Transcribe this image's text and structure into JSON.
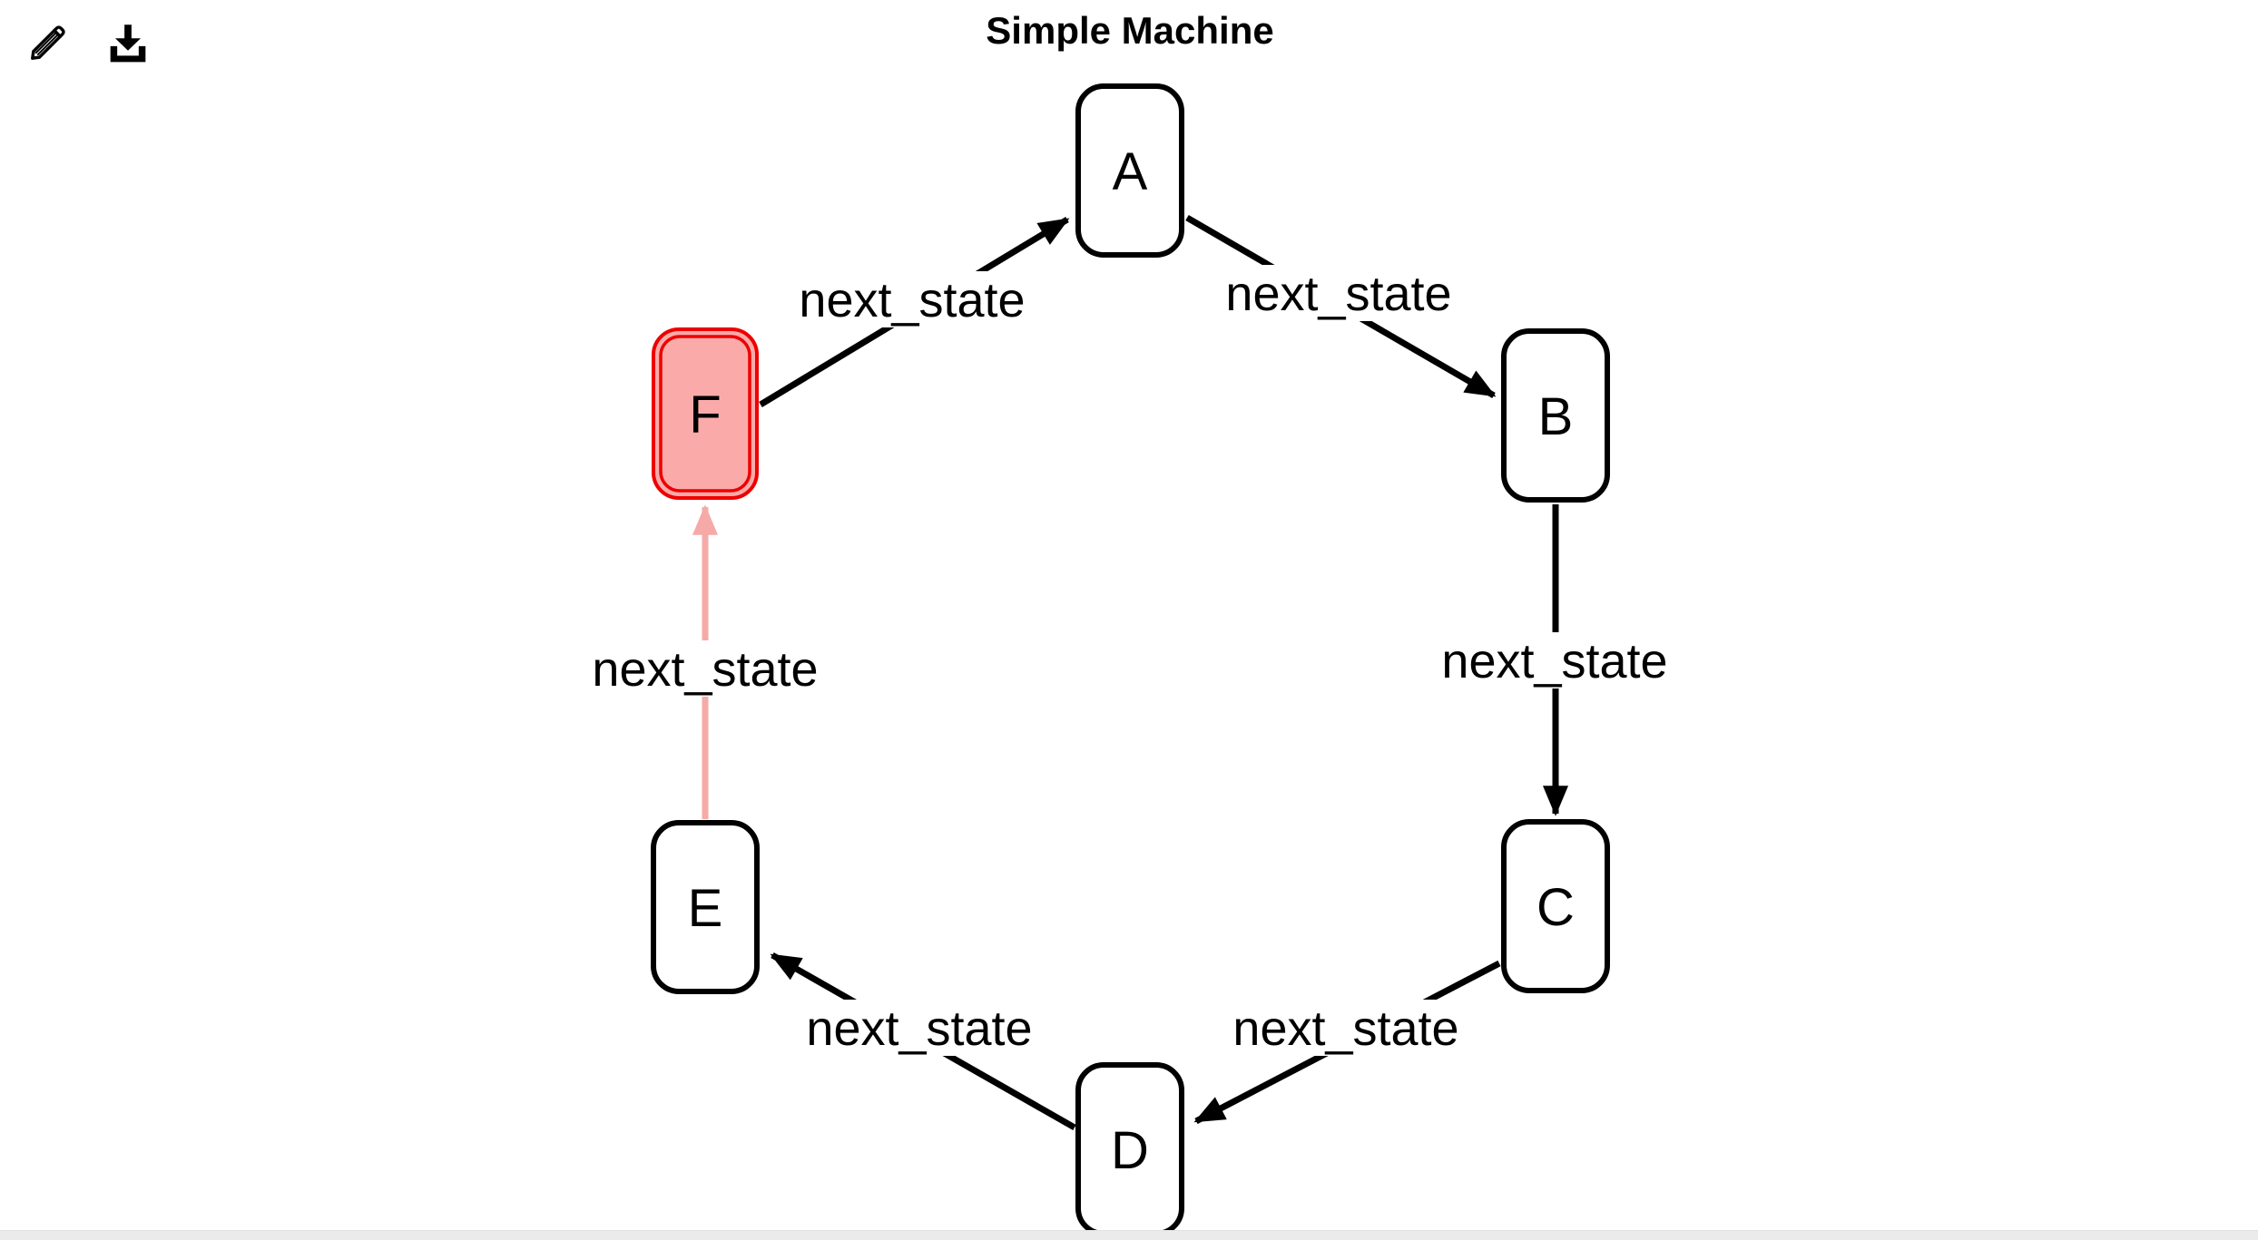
{
  "title": "Simple Machine",
  "toolbar": {
    "edit_icon": "pencil-icon",
    "download_icon": "download-icon"
  },
  "diagram": {
    "type": "state-machine",
    "active_state": "F",
    "nodes": [
      {
        "id": "A",
        "label": "A",
        "active": false
      },
      {
        "id": "B",
        "label": "B",
        "active": false
      },
      {
        "id": "C",
        "label": "C",
        "active": false
      },
      {
        "id": "D",
        "label": "D",
        "active": false
      },
      {
        "id": "E",
        "label": "E",
        "active": false
      },
      {
        "id": "F",
        "label": "F",
        "active": true
      }
    ],
    "edges": [
      {
        "from": "F",
        "to": "A",
        "label": "next_state",
        "highlighted": false
      },
      {
        "from": "A",
        "to": "B",
        "label": "next_state",
        "highlighted": false
      },
      {
        "from": "B",
        "to": "C",
        "label": "next_state",
        "highlighted": false
      },
      {
        "from": "C",
        "to": "D",
        "label": "next_state",
        "highlighted": false
      },
      {
        "from": "D",
        "to": "E",
        "label": "next_state",
        "highlighted": false
      },
      {
        "from": "E",
        "to": "F",
        "label": "next_state",
        "highlighted": true
      }
    ],
    "colors": {
      "canvas_background": "#ffffff",
      "node_fill": "#ffffff",
      "node_border": "#000000",
      "edge": "#000000",
      "label_text": "#000000",
      "active_node_fill": "#faaba9",
      "active_node_border": "#ee0000",
      "highlighted_edge": "#f6aaa8"
    }
  },
  "footer": {
    "scrollbar_track_color": "#ebebeb"
  }
}
